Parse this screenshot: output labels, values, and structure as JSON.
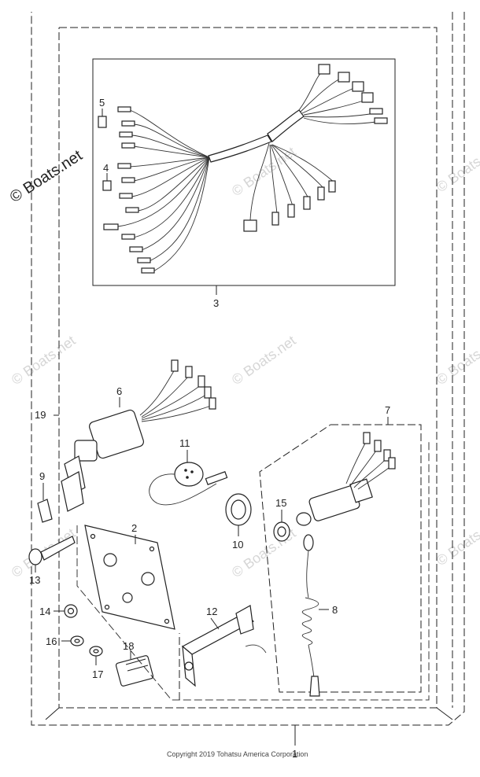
{
  "watermark": {
    "main": "© Boats.net",
    "repeat": "© Boats.net"
  },
  "copyright": "Copyright 2019 Tohatsu America Corporation",
  "callouts": {
    "c1": "1",
    "c2": "2",
    "c3": "3",
    "c4": "4",
    "c5": "5",
    "c6": "6",
    "c7": "7",
    "c8": "8",
    "c9": "9",
    "c10": "10",
    "c11": "11",
    "c12": "12",
    "c13": "13",
    "c14": "14",
    "c15": "15",
    "c16": "16",
    "c17": "17",
    "c18": "18",
    "c19": "19"
  }
}
